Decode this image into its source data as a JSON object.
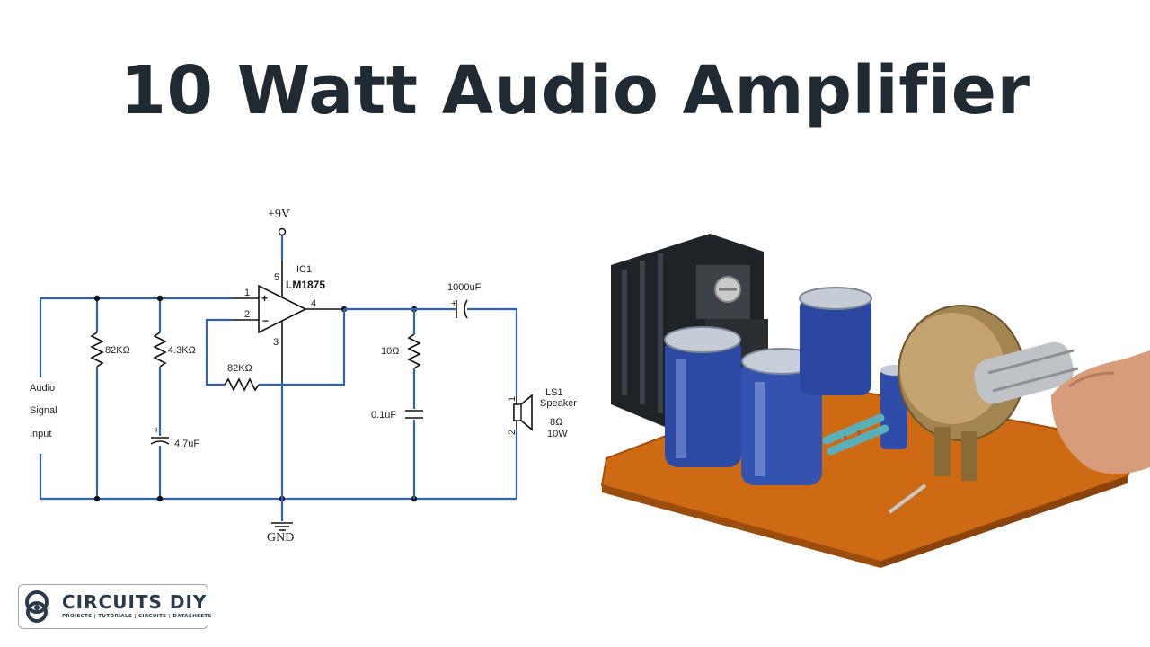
{
  "page": {
    "title": "10 Watt Audio Amplifier"
  },
  "schematic": {
    "supply_label": "+9V",
    "ground_label": "GND",
    "ic": {
      "ref": "IC1",
      "part": "LM1875",
      "pin_1": "1",
      "pin_2": "2",
      "pin_3": "3",
      "pin_4": "4",
      "pin_5": "5",
      "plus": "+",
      "minus": "−"
    },
    "input": {
      "line_1": "Audio",
      "line_2": "Signal",
      "line_3": "Input"
    },
    "r1": "82KΩ",
    "r2": "4.3KΩ",
    "c1": "4.7uF",
    "c1_polarity": "+",
    "r_feedback": "82KΩ",
    "c_out": "1000uF",
    "c_out_polarity": "+",
    "r_zobel": "10Ω",
    "c_zobel": "0.1uF",
    "speaker": {
      "ref": "LS1",
      "name": "Speaker",
      "impedance": "8Ω",
      "power": "10W",
      "pin_1": "1",
      "pin_2": "2"
    }
  },
  "logo": {
    "brand": "CIRCUITS DIY",
    "tagline": "PROJECTS | TUTORIALS | CIRCUITS | DATASHEETS",
    "color": "#2b3a4a"
  },
  "colors": {
    "wire": "#2f62b0",
    "title": "#1f2a33"
  }
}
